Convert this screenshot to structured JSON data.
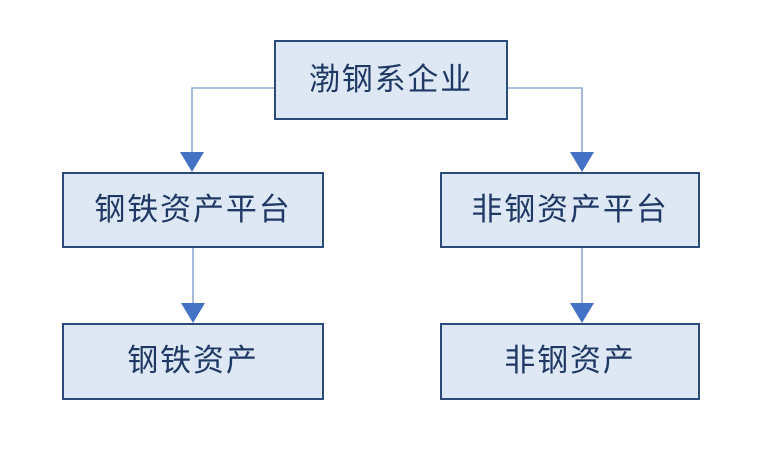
{
  "diagram": {
    "title_text": "渤钢系企业",
    "background_color": "#ffffff",
    "box_fill_color": "#dde8f4",
    "box_border_color": "#2c4a7c",
    "text_color": "#1f3864",
    "connector_line_color": "#8faad4",
    "arrowhead_color": "#4472c4",
    "nodes": [
      {
        "id": "root",
        "label": "渤钢系企业"
      },
      {
        "id": "mid-l",
        "label": "钢铁资产平台"
      },
      {
        "id": "mid-r",
        "label": "非钢资产平台"
      },
      {
        "id": "leaf-l",
        "label": "钢铁资产"
      },
      {
        "id": "leaf-r",
        "label": "非钢资产"
      }
    ],
    "edges": [
      {
        "from": "root",
        "to": "mid-l",
        "style": "elbow",
        "arrow": "triangle"
      },
      {
        "from": "root",
        "to": "mid-r",
        "style": "elbow",
        "arrow": "triangle"
      },
      {
        "from": "mid-l",
        "to": "leaf-l",
        "style": "straight",
        "arrow": "triangle"
      },
      {
        "from": "mid-r",
        "to": "leaf-r",
        "style": "straight",
        "arrow": "triangle"
      }
    ]
  }
}
